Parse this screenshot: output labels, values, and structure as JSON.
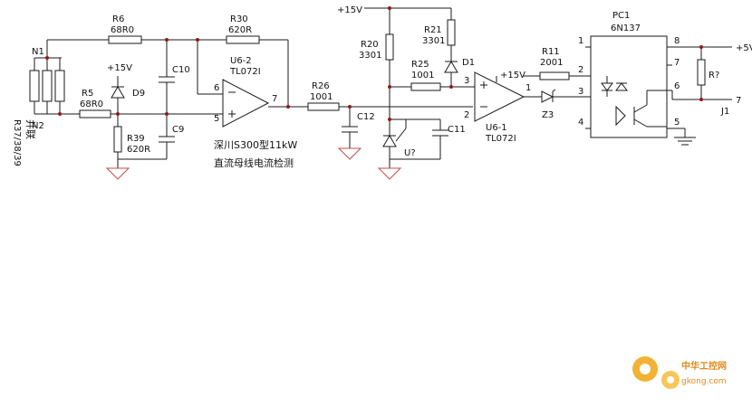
{
  "labels": {
    "n1": "N1",
    "n2": "N2",
    "r_group": "R37/38/39",
    "r_group_note": "并联",
    "r6_name": "R6",
    "r6_val": "68R0",
    "r5_name": "R5",
    "r5_val": "68R0",
    "r30_name": "R30",
    "r30_val": "620R",
    "r39_name": "R39",
    "r39_val": "620R",
    "d9_supply": "+15V",
    "d9": "D9",
    "c10": "C10",
    "c9": "C9",
    "u62_name": "U6-2",
    "u62_part": "TL072I",
    "u62_pin6": "6",
    "u62_pin5": "5",
    "u62_pin7": "7",
    "desc_line1": "深川S300型11kW",
    "desc_line2": "直流母线电流检测",
    "r26_name": "R26",
    "r26_val": "1001",
    "c12": "C12",
    "vcc_top": "+15V",
    "r20_name": "R20",
    "r20_val": "3301",
    "r21_name": "R21",
    "r21_val": "3301",
    "d1": "D1",
    "r25_name": "R25",
    "r25_val": "1001",
    "uq": "U?",
    "c11": "C11",
    "u61_name": "U6-1",
    "u61_part": "TL072I",
    "u61_pin3": "3",
    "u61_pin2": "2",
    "u61_pin1": "1",
    "u61_supply": "+15V",
    "r11_name": "R11",
    "r11_val": "2001",
    "z3": "Z3",
    "pc1_name": "PC1",
    "pc1_part": "6N137",
    "pc_pin1": "1",
    "pc_pin2": "2",
    "pc_pin3": "3",
    "pc_pin4": "4",
    "pc_pin5": "5",
    "pc_pin6": "6",
    "pc_pin7": "7",
    "pc_pin8": "8",
    "vout": "+5V",
    "rq": "R?",
    "j1": "J1",
    "j1_pin": "7",
    "watermark": "中华工控网",
    "watermark_url": "gkong.com"
  },
  "colors": {
    "wire": "#1a1a1a",
    "ground": "#c0504d",
    "junction": "#8b1a1a",
    "watermark": "#e08a1e"
  }
}
